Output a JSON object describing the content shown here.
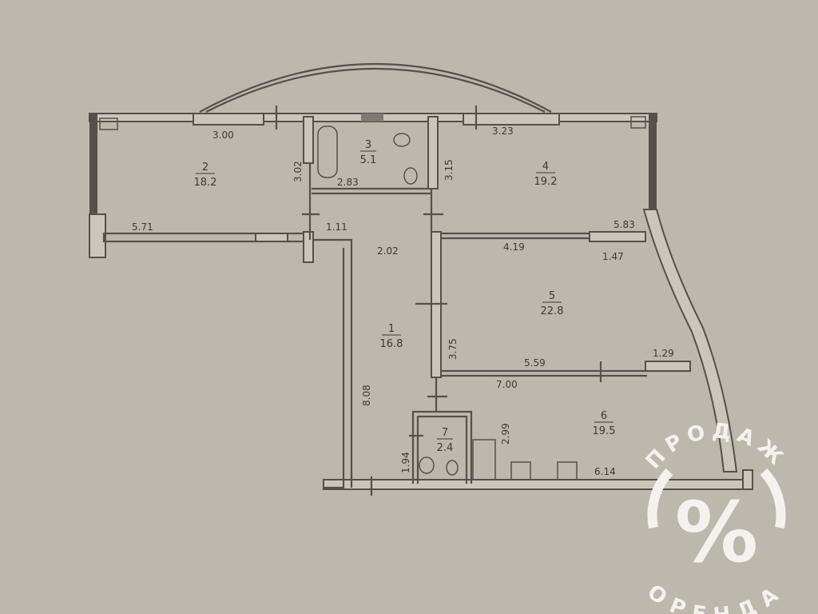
{
  "rooms": [
    {
      "number": "1",
      "area": "16.8"
    },
    {
      "number": "2",
      "area": "18.2"
    },
    {
      "number": "3",
      "area": "5.1"
    },
    {
      "number": "4",
      "area": "19.2"
    },
    {
      "number": "5",
      "area": "22.8"
    },
    {
      "number": "6",
      "area": "19.5"
    },
    {
      "number": "7",
      "area": "2.4"
    }
  ],
  "dimensions": {
    "d300": "3.00",
    "d302": "3.02",
    "d283": "2.83",
    "d315": "3.15",
    "d323": "3.23",
    "d571": "5.71",
    "d111": "1.11",
    "d202": "2.02",
    "d583": "5.83",
    "d419": "4.19",
    "d147": "1.47",
    "d375": "3.75",
    "d559": "5.59",
    "d129": "1.29",
    "d700": "7.00",
    "d808": "8.08",
    "d299": "2.99",
    "d194": "1.94",
    "d614": "6.14"
  },
  "watermark": {
    "top_text": "ПРОДАЖ",
    "bottom_text": "ОРЕНДА",
    "symbol": "%"
  },
  "colors": {
    "background": "#bbb8ae",
    "lines": "#54514b",
    "watermark": "#f4f2ee"
  }
}
